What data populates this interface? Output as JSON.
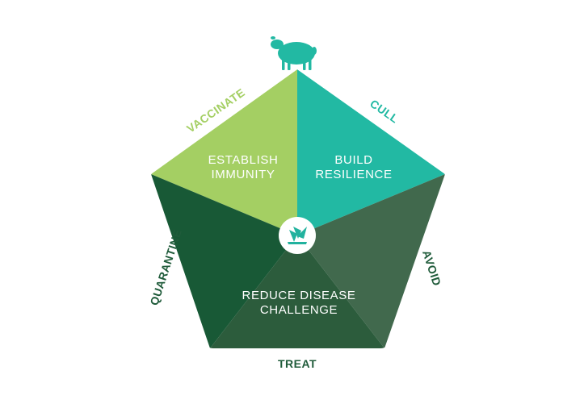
{
  "segments": {
    "establish": {
      "line1": "ESTABLISH",
      "line2": "IMMUNITY"
    },
    "build": {
      "line1": "BUILD",
      "line2": "RESILIENCE"
    },
    "reduce": {
      "line1": "REDUCE DISEASE",
      "line2": "CHALLENGE"
    }
  },
  "actions": {
    "vaccinate": "VACCINATE",
    "cull": "CULL",
    "avoid": "AVOID",
    "treat": "TREAT",
    "quarantine": "QUARANTINE"
  },
  "icons": {
    "top": "sheep-icon",
    "center": "brand-logo-icon"
  },
  "colors": {
    "light_green": "#a4cf63",
    "teal": "#22b9a3",
    "dark_green_left": "#185936",
    "mid_green_right": "#41694d",
    "dark_green_bottom": "#2c5c3c",
    "vaccinate_label": "#a4cf63",
    "cull_label": "#22b9a3",
    "dark_label": "#1f5b3a",
    "logo_green": "#22b29e"
  }
}
